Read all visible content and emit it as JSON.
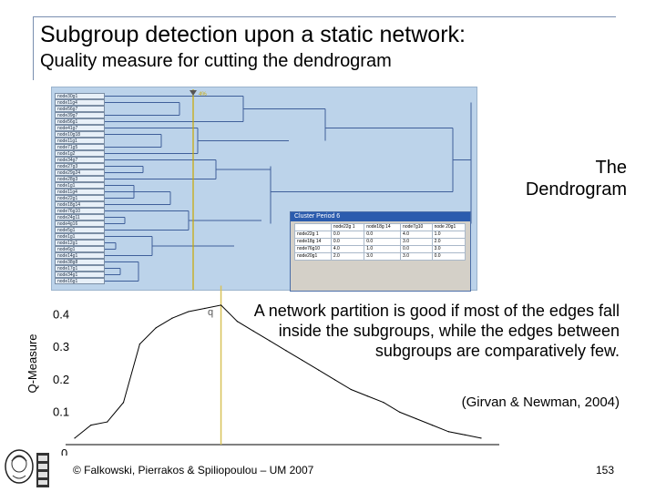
{
  "slide": {
    "title": "Subgroup detection upon a static network:",
    "subtitle": "Quality measure for cutting the dendrogram",
    "dendrogram_caption": "The Dendrogram",
    "body_text": "A network partition is good if most of the edges fall inside the subgroups, while the edges between subgroups are comparatively few.",
    "citation": "(Girvan & Newman, 2004)",
    "footer": "© Falkowski, Pierrakos & Spiliopoulou – UM 2007",
    "page_number": "153",
    "bullet_glyph": "q"
  },
  "dendrogram": {
    "nodes": [
      "node30g1",
      "node11g4",
      "node56g7",
      "node39g7",
      "node56g1",
      "node41g7",
      "node10g18",
      "node11g1",
      "node71g5",
      "node1g2",
      "node34g7",
      "node27g3",
      "node29g24",
      "node28g3",
      "node1g1",
      "node11g4",
      "node22g1",
      "node18g14",
      "node76g10",
      "node24g11",
      "node4g16",
      "node5g1",
      "node1g1",
      "node12g1",
      "node6g1",
      "node14g1",
      "node38g8",
      "node17g1",
      "node34g1",
      "node16g1"
    ],
    "cut_label": "4%",
    "colors": {
      "panel": "#bcd3ea",
      "line": "#3f5f9a",
      "cut": "#c9a800"
    }
  },
  "cluster_window": {
    "title": "Cluster Period 6",
    "columns": [
      "",
      "node22g 1",
      "node18g 14",
      "node7g10",
      "node 20g1"
    ],
    "rows": [
      [
        "node22g 1",
        "0.0",
        "0.0",
        "4.0",
        "1.0"
      ],
      [
        "node18g 14",
        "0.0",
        "0.0",
        "3.0",
        "2.0"
      ],
      [
        "node76g10",
        "4.0",
        "1.0",
        "0.0",
        "3.0"
      ],
      [
        "node20g1",
        "2.0",
        "3.0",
        "3.0",
        "0.0"
      ]
    ]
  },
  "chart_data": {
    "type": "line",
    "ylabel": "Q-Measure",
    "xlabel": "",
    "ylim": [
      0,
      0.5
    ],
    "yticks": [
      "0.4",
      "0.3",
      "0.2",
      "0.1",
      "0"
    ],
    "series": [
      {
        "x": [
          0,
          1,
          2,
          3,
          4,
          5,
          6,
          7,
          8,
          9,
          10,
          11,
          12,
          13,
          14,
          15,
          16,
          17,
          18,
          19,
          20,
          21,
          22,
          23,
          24,
          25
        ],
        "values": [
          0.02,
          0.06,
          0.07,
          0.13,
          0.31,
          0.36,
          0.39,
          0.41,
          0.42,
          0.43,
          0.38,
          0.35,
          0.32,
          0.29,
          0.26,
          0.23,
          0.2,
          0.17,
          0.15,
          0.13,
          0.1,
          0.08,
          0.06,
          0.04,
          0.03,
          0.02
        ]
      }
    ],
    "cut_index": 9,
    "colors": {
      "line": "#000000",
      "cut": "#d8c25a"
    }
  }
}
